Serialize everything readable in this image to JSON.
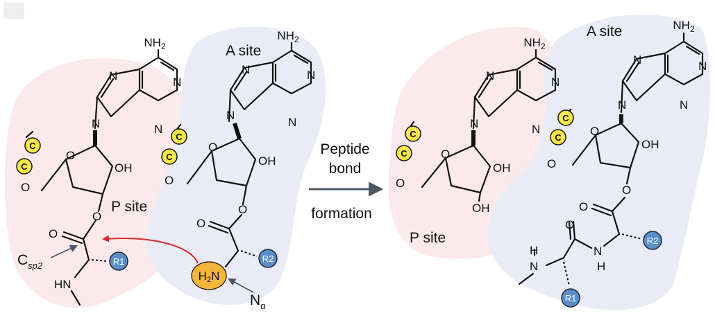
{
  "labels": {
    "a_site_left": "A site",
    "a_site_right": "A site",
    "p_site_left": "P site",
    "p_site_right": "P site",
    "arrow_line1": "Peptide",
    "arrow_line2": "bond",
    "arrow_line3": "formation",
    "csp2_main": "C",
    "csp2_sub": "sp2",
    "n_alpha_main": "N",
    "n_alpha_sub": "α"
  },
  "atoms": {
    "nh2": "NH",
    "nh2_sub": "2",
    "n": "N",
    "o": "O",
    "oh": "OH",
    "h2n": "H",
    "h2n_sub": "2",
    "h2n_n": "N",
    "hn": "HN",
    "h": "H",
    "c": "C",
    "r1": "R1",
    "r2": "R2"
  },
  "colors": {
    "p_site_region": "#fbe9ec",
    "a_site_region": "#e9ebf6",
    "c_bead": "#f7e94a",
    "r_bead": "#5a8ec9",
    "amine_highlight": "#f4b63b",
    "attack_arrow": "#d62a2a",
    "reaction_arrow": "#4b5563",
    "pointer_arrow": "#4b5563"
  }
}
